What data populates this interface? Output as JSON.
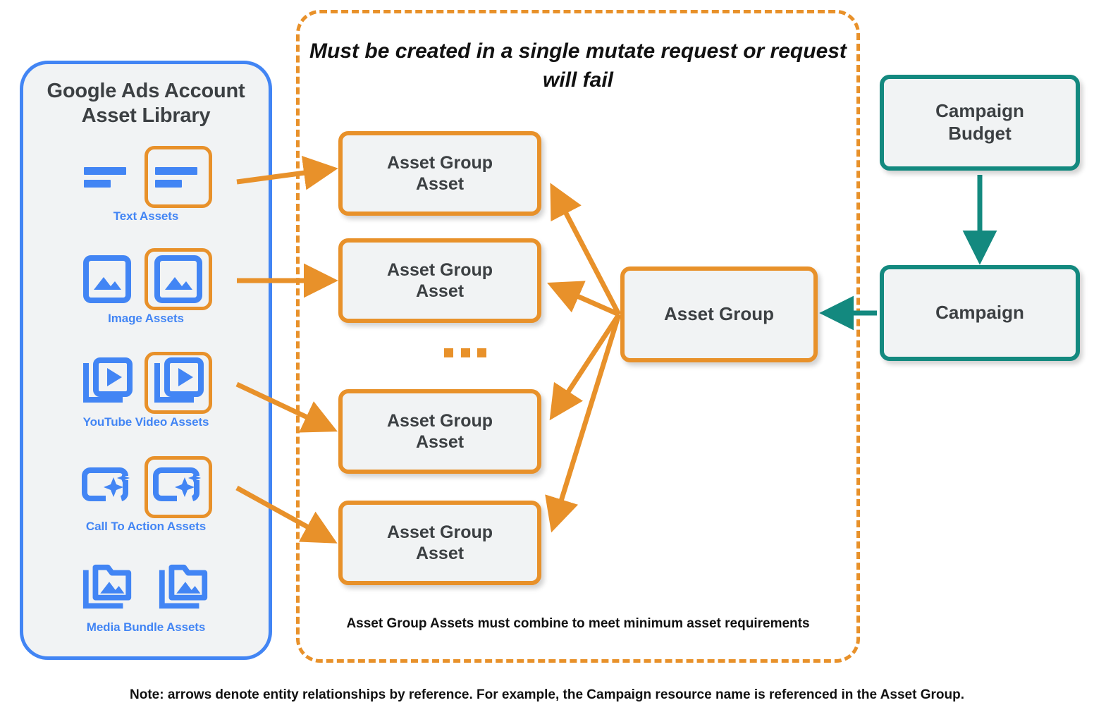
{
  "library": {
    "title": "Google Ads Account\nAsset Library",
    "title_line1": "Google Ads Account",
    "title_line2": "Asset Library",
    "rows": [
      {
        "caption": "Text Assets",
        "icon": "text-asset-icon",
        "boxed": true
      },
      {
        "caption": "Image Assets",
        "icon": "image-asset-icon",
        "boxed": true
      },
      {
        "caption": "YouTube Video  Assets",
        "icon": "youtube-video-asset-icon",
        "boxed": true
      },
      {
        "caption": "Call To Action Assets",
        "icon": "call-to-action-asset-icon",
        "boxed": true
      },
      {
        "caption": "Media Bundle  Assets",
        "icon": "media-bundle-asset-icon",
        "boxed": false
      }
    ]
  },
  "mutate": {
    "title_line1": "Must be created in a single mutate request",
    "title_line2": "or request will fail",
    "footnote": "Asset Group Assets must combine to meet minimum asset requirements",
    "ellipsis": "..."
  },
  "nodes": {
    "asset_group_asset_1": "Asset Group Asset",
    "asset_group_asset_2": "Asset Group Asset",
    "asset_group_asset_3": "Asset Group Asset",
    "asset_group_asset_4": "Asset Group Asset",
    "asset_group_asset_line1": "Asset Group",
    "asset_group_asset_line2": "Asset",
    "asset_group": "Asset Group",
    "campaign_budget_line1": "Campaign",
    "campaign_budget_line2": "Budget",
    "campaign": "Campaign"
  },
  "note": "Note: arrows denote entity relationships by reference. For example, the Campaign resource name is referenced in the Asset Group.",
  "colors": {
    "orange": "#e8912a",
    "blue": "#4285f4",
    "teal": "#13897f",
    "node_fill": "#f1f3f4",
    "text_dark": "#3c4043",
    "text_black": "#111111"
  }
}
